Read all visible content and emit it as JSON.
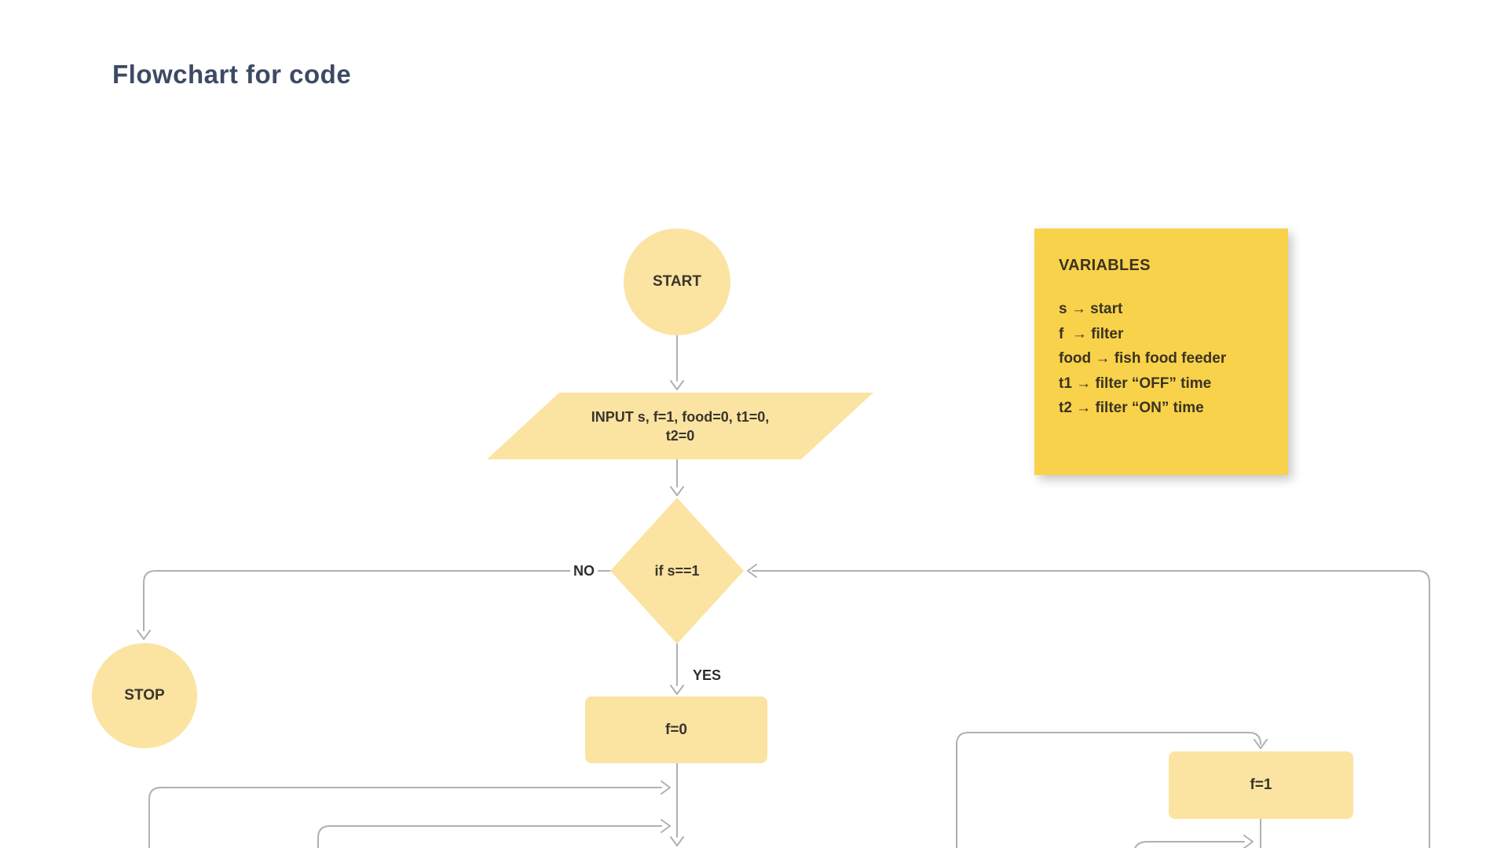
{
  "title": "Flowchart for code",
  "flowchart": {
    "nodes": {
      "start": {
        "label": "START",
        "shape": "circle"
      },
      "input": {
        "label_line1": "INPUT s, f=1, food=0, t1=0,",
        "label_line2": "t2=0",
        "shape": "parallelogram"
      },
      "decision": {
        "label": "if s==1",
        "shape": "diamond"
      },
      "stop": {
        "label": "STOP",
        "shape": "circle"
      },
      "f0": {
        "label": "f=0",
        "shape": "rectangle"
      },
      "f1": {
        "label": "f=1",
        "shape": "rectangle"
      }
    },
    "edge_labels": {
      "no": "NO",
      "yes": "YES"
    }
  },
  "variables_note": {
    "heading": "VARIABLES",
    "items": [
      "s → start",
      "f  → filter",
      "food → fish food feeder",
      "t1 → filter “OFF” time",
      "t2 → filter “ON” time"
    ]
  },
  "colors": {
    "node_fill": "#fbe3a2",
    "note_fill": "#f9d24b",
    "connector": "#b0b0b0",
    "node_text": "#3a352b",
    "title_text": "#3d4a64",
    "background": "#ffffff"
  }
}
